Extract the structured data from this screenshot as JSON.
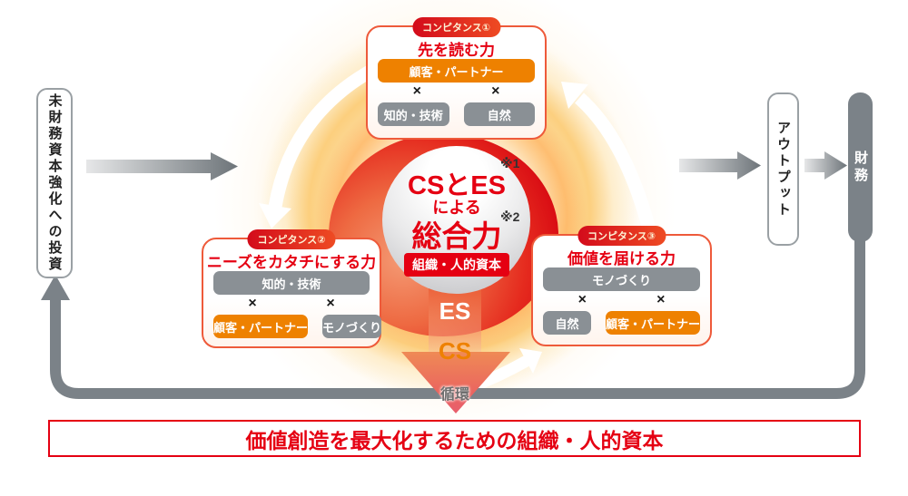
{
  "palette": {
    "red": "#e50012",
    "orange": "#ee8100",
    "chip_gray": "#8a9095",
    "flow_gray": "#7b8288"
  },
  "left_box": {
    "label": "未財務資本強化への投資"
  },
  "output_box": {
    "label": "アウトプット"
  },
  "finance_box": {
    "label": "財務"
  },
  "center": {
    "line1": "CSとES",
    "line2": "による",
    "line3": "総合力",
    "note1": "※1",
    "note2": "※2",
    "badge": "組織・人的資本"
  },
  "cycle": {
    "es": "ES",
    "cs": "CS",
    "junkan": "循環"
  },
  "competencies": [
    {
      "tag": "コンピタンス①",
      "title": "先を読む力",
      "cross": "×",
      "top": {
        "label": "顧客・パートナー",
        "type": "orange"
      },
      "bottom": [
        {
          "label": "知的・技術",
          "type": "gray"
        },
        {
          "label": "自然",
          "type": "gray"
        }
      ]
    },
    {
      "tag": "コンピタンス②",
      "title": "ニーズをカタチにする力",
      "cross": "×",
      "top": {
        "label": "知的・技術",
        "type": "gray"
      },
      "bottom": [
        {
          "label": "顧客・パートナー",
          "type": "orange"
        },
        {
          "label": "モノづくり",
          "type": "gray"
        }
      ]
    },
    {
      "tag": "コンピタンス③",
      "title": "価値を届ける力",
      "cross": "×",
      "top": {
        "label": "モノづくり",
        "type": "gray"
      },
      "bottom": [
        {
          "label": "自然",
          "type": "gray"
        },
        {
          "label": "顧客・パートナー",
          "type": "orange"
        }
      ]
    }
  ],
  "bottom_banner": {
    "label": "価値創造を最大化するための組織・人的資本"
  }
}
